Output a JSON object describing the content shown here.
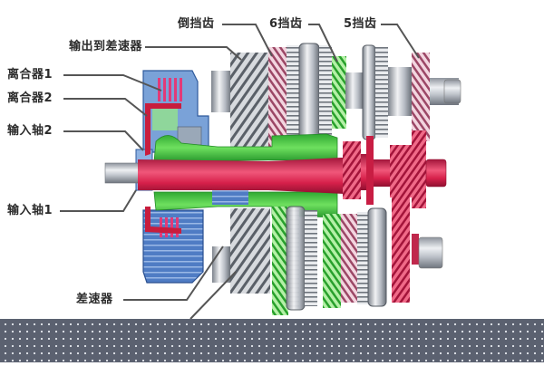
{
  "diagram": {
    "subject": "双离合变速器剖视图",
    "labels": {
      "reverse_gear": "倒挡齿",
      "gear6": "6挡齿",
      "gear5": "5挡齿",
      "output_to_diff": "输出到差速器",
      "clutch1": "离合器1",
      "clutch2": "离合器2",
      "input_shaft2": "输入轴2",
      "input_shaft1": "输入轴1",
      "differential": "差速器"
    },
    "colors": {
      "input_shaft_red": "#d8224a",
      "hollow_shaft_green": "#4fd04a",
      "clutch_housing_blue": "#5a86c8",
      "steel_gray": "#b9bec6",
      "gear_pink": "#c46a8c",
      "leader_line": "#555555",
      "bottom_band": "#5b6170"
    }
  }
}
